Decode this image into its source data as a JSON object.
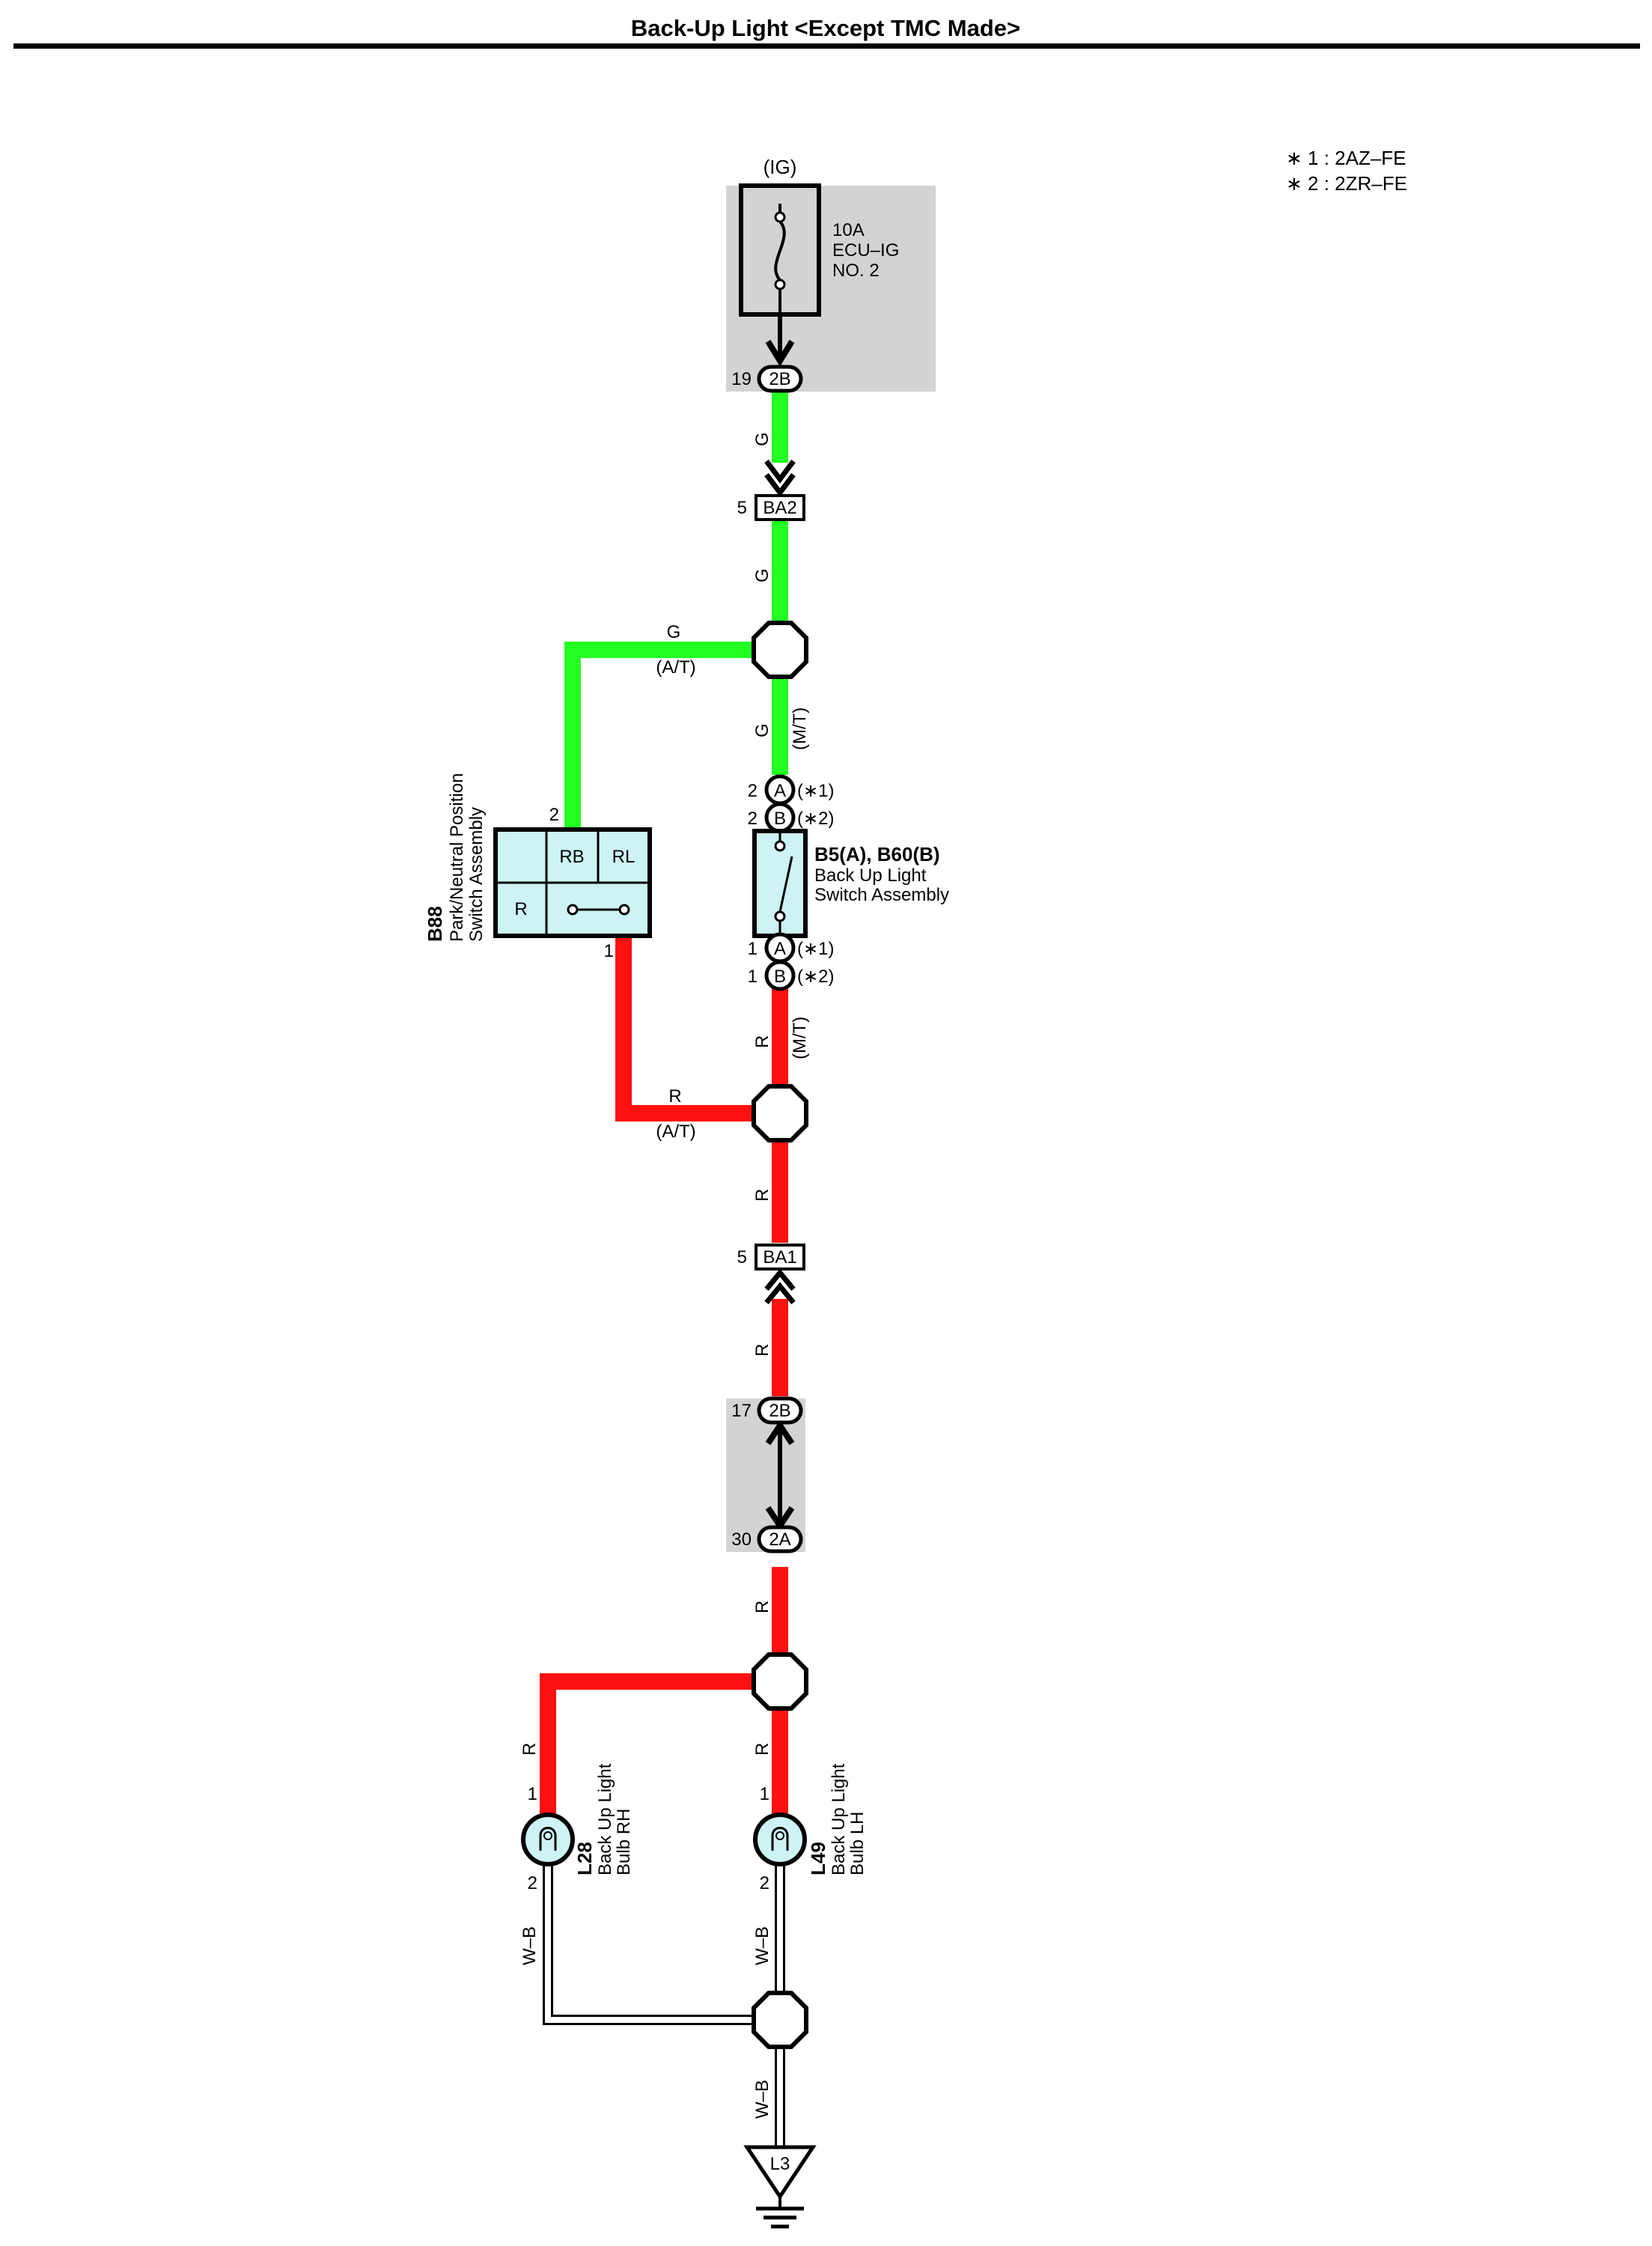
{
  "title": "Back-Up Light <Except TMC Made>",
  "notes": [
    "∗ 1 : 2AZ–FE",
    "∗ 2 : 2ZR–FE"
  ],
  "colors": {
    "wire_green": "#22ff22",
    "wire_red": "#ff1111",
    "block_gray": "#d3d3d3",
    "component_fill": "#cdf3f5",
    "wire_white_black": "#ffffff"
  },
  "fuse": {
    "source": "(IG)",
    "line1": "10A",
    "line2": "ECU–IG",
    "line3": "NO. 2",
    "pin": "19",
    "connector": "2B"
  },
  "connectors": {
    "ba2": {
      "pin": "5",
      "code": "BA2"
    },
    "ba1": {
      "pin": "5",
      "code": "BA1"
    },
    "junction_top": {
      "pin": "17",
      "code": "2B"
    },
    "junction_bottom": {
      "pin": "30",
      "code": "2A"
    }
  },
  "wires": {
    "g_upper": "G",
    "g_middle": "G",
    "g_branch": "G",
    "at_top": "(A/T)",
    "g_lower": "G",
    "mt_top": "(M/T)",
    "r_mt": "R",
    "mt_bottom": "(M/T)",
    "r_branch": "R",
    "at_bottom": "(A/T)",
    "r_1": "R",
    "r_2": "R",
    "r_3": "R",
    "r_rh": "R",
    "r_lh": "R",
    "wb_rh": "W–B",
    "wb_lh": "W–B",
    "wb_ground": "W–B"
  },
  "park_switch": {
    "code": "B88",
    "line1": "Park/Neutral Position",
    "line2": "Switch Assembly",
    "pin_top": "2",
    "pin_bottom": "1",
    "cell_rb": "RB",
    "cell_rl": "RL",
    "cell_r": "R"
  },
  "backup_switch": {
    "code": "B5(A), B60(B)",
    "line1": "Back Up Light",
    "line2": "Switch Assembly",
    "pin_a_top": "2",
    "pin_b_top": "2",
    "pin_a_bottom": "1",
    "pin_b_bottom": "1",
    "letter_a": "A",
    "letter_b": "B",
    "note1": "(∗1)",
    "note2": "(∗2)"
  },
  "bulb_rh": {
    "code": "L28",
    "line1": "Back Up Light",
    "line2": "Bulb RH",
    "pin1": "1",
    "pin2": "2"
  },
  "bulb_lh": {
    "code": "L49",
    "line1": "Back Up Light",
    "line2": "Bulb LH",
    "pin1": "1",
    "pin2": "2"
  },
  "ground": {
    "code": "L3"
  }
}
